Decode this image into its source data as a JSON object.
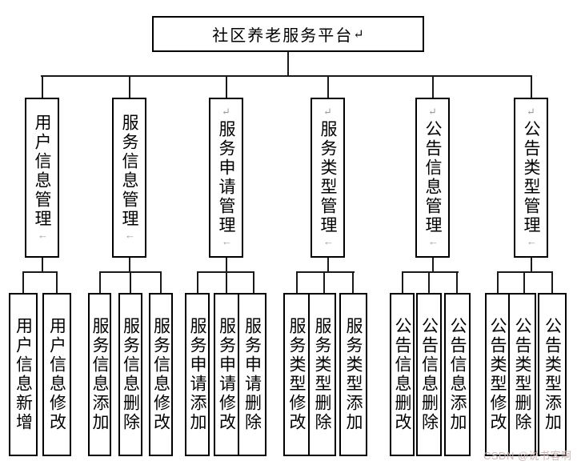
{
  "root": {
    "label": "社区养老服务平台",
    "trailing_mark": "↵"
  },
  "marks": {
    "leading": "↵",
    "trailing": "←"
  },
  "watermark": {
    "text": "CSDN @说书客啊",
    "color": "#cbb5b5"
  },
  "colors": {
    "line": "#1a1a1a",
    "border": "#000000",
    "mark": "#9a9a9a",
    "background": "#ffffff"
  },
  "branches": [
    {
      "label": "用户信息管理",
      "leading_mark": false,
      "children": [
        "用户信息新增",
        "用户信息修改"
      ]
    },
    {
      "label": "服务信息管理",
      "leading_mark": false,
      "children": [
        "服务信息添加",
        "服务信息删除",
        "服务信息修改"
      ]
    },
    {
      "label": "服务申请管理",
      "leading_mark": true,
      "children": [
        "服务申请添加",
        "服务申请修改",
        "服务申请删除"
      ]
    },
    {
      "label": "服务类型管理",
      "leading_mark": true,
      "children": [
        "服务类型修改",
        "服务类型删除",
        "服务类型添加"
      ]
    },
    {
      "label": "公告信息管理",
      "leading_mark": true,
      "children": [
        "公告信息删改",
        "公告信息删除",
        "公告信息添加"
      ]
    },
    {
      "label": "公告类型管理",
      "leading_mark": true,
      "children": [
        "公告类型修改",
        "公告类型删除",
        "公告类型添加"
      ]
    }
  ]
}
